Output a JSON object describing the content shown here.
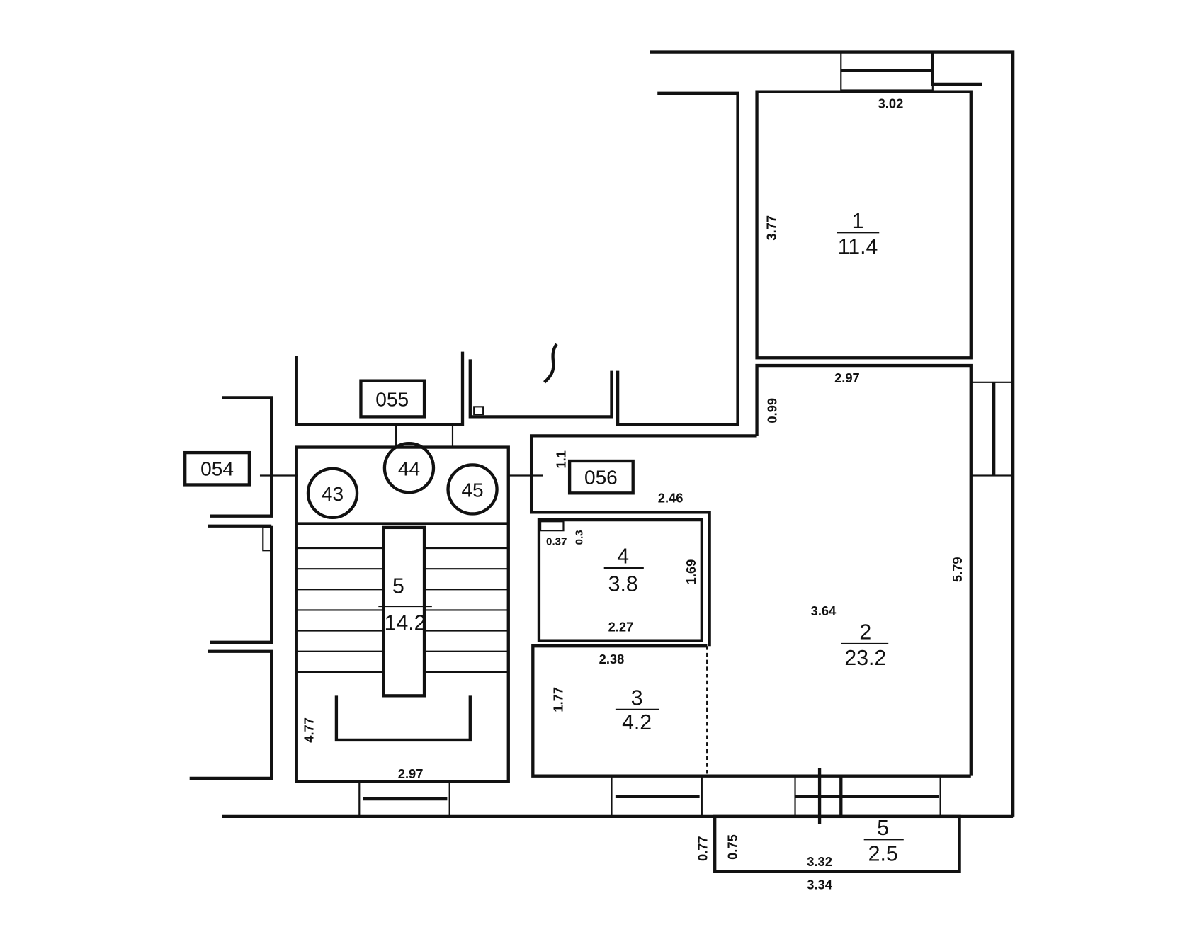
{
  "rooms": [
    {
      "number": "1",
      "area": "11.4"
    },
    {
      "number": "2",
      "area": "23.2"
    },
    {
      "number": "3",
      "area": "4.2"
    },
    {
      "number": "4",
      "area": "3.8"
    },
    {
      "number": "5",
      "area": "14.2"
    },
    {
      "number": "5",
      "area": "2.5"
    }
  ],
  "tags": [
    "055",
    "054",
    "056"
  ],
  "circles": [
    "43",
    "44",
    "45"
  ],
  "dimensions": {
    "r1_width": "3.02",
    "r1_height": "3.77",
    "r2_top": "2.97",
    "r2_side": "5.79",
    "r2_inner": "3.64",
    "r2_step": "0.99",
    "corridor": "2.46",
    "corridor_small": "1.1",
    "r4_small_w": "0.37",
    "r4_small_h": "0.3",
    "r4_height": "1.69",
    "r4_width": "2.27",
    "r3_width": "2.38",
    "r3_height": "1.77",
    "stair_width": "2.97",
    "stair_height": "4.77",
    "balcony_inner": "3.32",
    "balcony_outer": "3.34",
    "balcony_h1": "0.77",
    "balcony_h2": "0.75"
  }
}
